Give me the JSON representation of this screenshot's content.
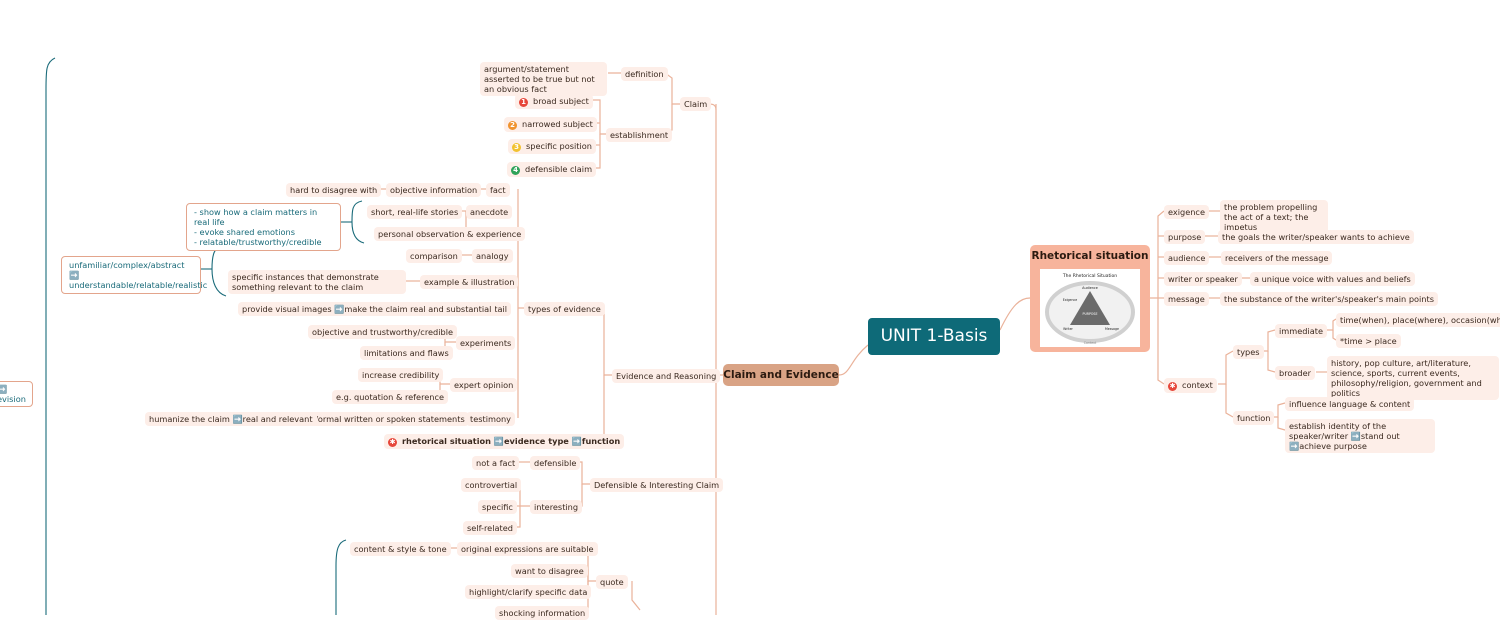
{
  "central": "UNIT 1-Basis",
  "claim_and_evidence": "Claim and Evidence",
  "claim": {
    "label": "Claim",
    "definition": "definition",
    "definition_text": "argument/statement asserted to be true but not an obvious fact",
    "establishment": "establishment",
    "steps": [
      {
        "badge": "1",
        "label": "broad subject",
        "color": "#e6463a"
      },
      {
        "badge": "2",
        "label": "narrowed subject",
        "color": "#f0932f"
      },
      {
        "badge": "3",
        "label": "specific position",
        "color": "#f2c230"
      },
      {
        "badge": "4",
        "label": "defensible claim",
        "color": "#2fa35a"
      }
    ]
  },
  "evidence": {
    "label": "Evidence and Reasoning",
    "types": "types of evidence",
    "fact": "fact",
    "objective_information": "objective information",
    "hard_to_disagree": "hard to disagree with",
    "anecdote": "anecdote",
    "short_stories": "short, real-life stories",
    "personal_observation": "personal observation & experience",
    "anecdote_note": [
      "- show how a claim matters in real life",
      "- evoke shared emotions",
      "- relatable/trustworthy/credible"
    ],
    "analogy": "analogy",
    "comparison": "comparison",
    "example": "example & illustration",
    "specific_instances": "specific instances that demonstrate something relevant to the claim",
    "analogy_note": "unfamiliar/complex/abstract ➡️ understandable/relatable/realistic",
    "detail": "detail",
    "visual_images": "provide visual images ➡️make the claim real and substantial",
    "experiments": "experiments",
    "objective_trustworthy": "objective and trustworthy/credible",
    "limitations": "limitations and flaws",
    "expert_opinion": "expert opinion",
    "increase_credibility": "increase credibility",
    "quotation": "e.g. quotation & reference",
    "testimony": "testimony",
    "formal_statements": "formal written or spoken statements",
    "humanize": "humanize the claim ➡️real and relevant",
    "rhetorical_link": "rhetorical situation ➡️evidence type ➡️function"
  },
  "defensible": {
    "label": "Defensible & Interesting Claim",
    "defensible": "defensible",
    "not_a_fact": "not a fact",
    "interesting": "interesting",
    "controversial": "controvertial",
    "specific": "specific",
    "self_related": "self-related"
  },
  "quote": {
    "label": "quote",
    "original_expressions": "original expressions are suitable",
    "content_style_tone": "content & style & tone",
    "want_to_disagree": "want to disagree",
    "highlight": "highlight/clarify specific data",
    "shocking": "shocking information"
  },
  "left_partial": {
    "arrow": "➡️",
    "text": "evision"
  },
  "rhetorical_situation": {
    "title": "Rhetorical situation",
    "image_title": "The Rhetorical Situation",
    "image_labels": {
      "audience": "Audience",
      "purpose": "PURPOSE",
      "writer": "Writer",
      "message": "Message",
      "exigence": "Exigence",
      "context": "Context"
    },
    "exigence": "exigence",
    "exigence_text": "the problem propelling the act of a text; the impetus",
    "purpose": "purpose",
    "purpose_text": "the goals the writer/speaker wants to achieve",
    "audience": "audience",
    "audience_text": "receivers of the message",
    "writer": "writer or speaker",
    "writer_text": "a unique voice with values and beliefs",
    "message": "message",
    "message_text": "the substance of the writer's/speaker's main points",
    "context": "context",
    "types": "types",
    "immediate": "immediate",
    "immediate_1": "time(when), place(where), occasion(what)",
    "immediate_2": "*time > place",
    "broader": "broader",
    "broader_text": "history, pop culture, art/literature, science, sports, current events, philosophy/religion, government and politics",
    "function": "function",
    "function_1": "influence language & content",
    "function_2": "establish identity of the speaker/writer ➡️stand out ➡️achieve purpose"
  },
  "colors": {
    "central": "#0e6a78",
    "main": "#d9a385",
    "node": "#fdeee8",
    "line": "#eab29a",
    "teal_line": "#1a6b7a"
  }
}
